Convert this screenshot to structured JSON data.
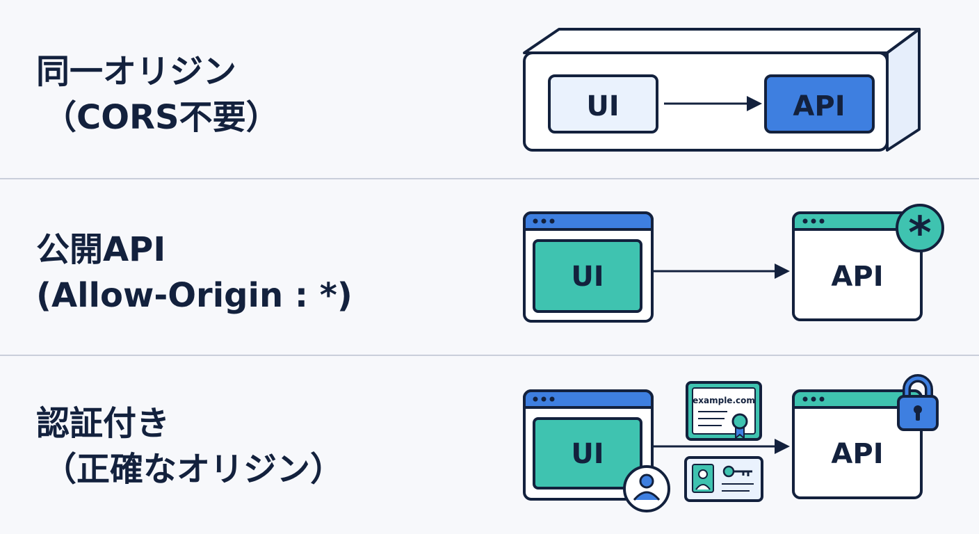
{
  "sections": [
    {
      "title_line1": "同一オリジン",
      "title_line2": "（CORS不要）",
      "ui_label": "UI",
      "api_label": "API"
    },
    {
      "title_line1": "公開API",
      "title_line2": "(Allow-Origin : *)",
      "ui_label": "UI",
      "api_label": "API",
      "badge_symbol": "*"
    },
    {
      "title_line1": "認証付き",
      "title_line2": "（正確なオリジン）",
      "ui_label": "UI",
      "api_label": "API",
      "certificate_text": "example.com"
    }
  ],
  "colors": {
    "outline": "#13213d",
    "blue": "#3e7fe0",
    "teal": "#3fc3b0",
    "light_blue": "#eaf2fd",
    "background": "#f7f8fb"
  }
}
